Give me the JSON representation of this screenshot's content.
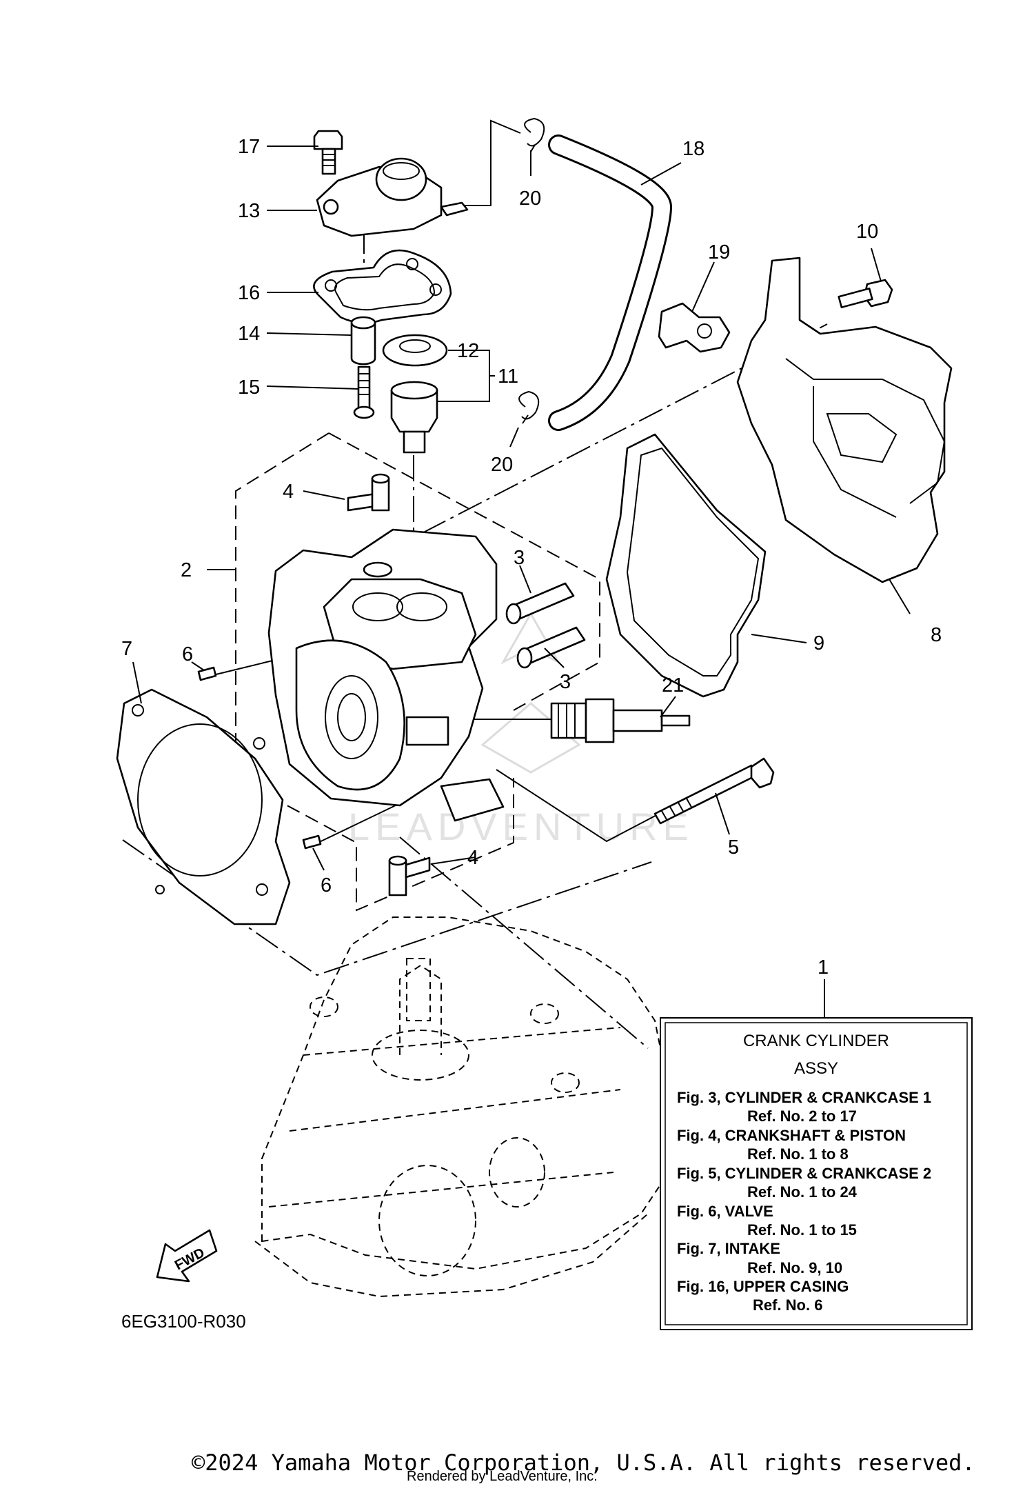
{
  "callouts": {
    "c1": "1",
    "c2": "2",
    "c3a": "3",
    "c3b": "3",
    "c4a": "4",
    "c4b": "4",
    "c5": "5",
    "c6a": "6",
    "c6b": "6",
    "c7": "7",
    "c8": "8",
    "c9": "9",
    "c10": "10",
    "c11": "11",
    "c12": "12",
    "c13": "13",
    "c14": "14",
    "c15": "15",
    "c16": "16",
    "c17": "17",
    "c18": "18",
    "c19": "19",
    "c20a": "20",
    "c20b": "20",
    "c21": "21"
  },
  "fwd_label": "FWD",
  "diagram_code": "6EG3100-R030",
  "note_box": {
    "title_line1": "CRANK CYLINDER",
    "title_line2": "ASSY",
    "lines": [
      "Fig. 3, CYLINDER & CRANKCASE 1",
      "Ref. No. 2 to 17",
      "Fig. 4, CRANKSHAFT & PISTON",
      "Ref. No. 1 to 8",
      "Fig. 5, CYLINDER & CRANKCASE 2",
      "Ref. No. 1 to 24",
      "Fig. 6, VALVE",
      "Ref. No. 1 to 15",
      "Fig. 7, INTAKE",
      "Ref. No. 9, 10",
      "Fig. 16, UPPER CASING",
      "Ref. No. 6"
    ]
  },
  "watermark": "LEADVENTURE",
  "copyright": "©2024 Yamaha Motor Corporation, U.S.A. All rights reserved.",
  "rendered_by": "Rendered by LeadVenture, Inc."
}
